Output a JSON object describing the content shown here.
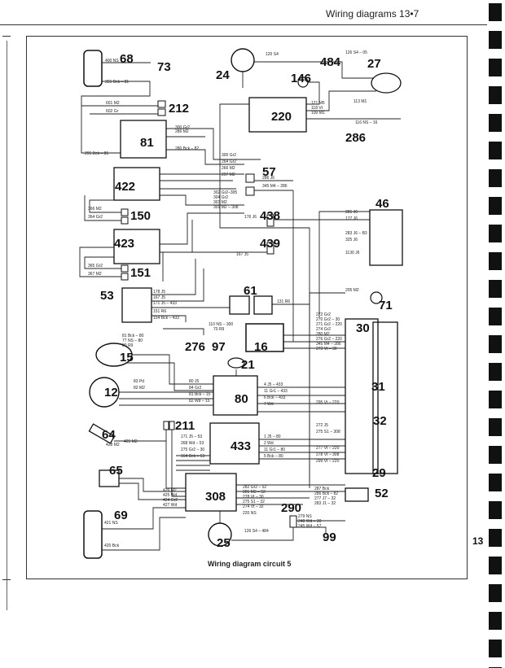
{
  "header": {
    "title": "Wiring diagrams 13•7"
  },
  "caption": "Wiring diagram circuit 5",
  "page_tab": "13",
  "components": [
    {
      "id": "68"
    },
    {
      "id": "73"
    },
    {
      "id": "24"
    },
    {
      "id": "484"
    },
    {
      "id": "27"
    },
    {
      "id": "146"
    },
    {
      "id": "212"
    },
    {
      "id": "220"
    },
    {
      "id": "81"
    },
    {
      "id": "286"
    },
    {
      "id": "57"
    },
    {
      "id": "422"
    },
    {
      "id": "46"
    },
    {
      "id": "150"
    },
    {
      "id": "438"
    },
    {
      "id": "423"
    },
    {
      "id": "439"
    },
    {
      "id": "151"
    },
    {
      "id": "53"
    },
    {
      "id": "61"
    },
    {
      "id": "71"
    },
    {
      "id": "276"
    },
    {
      "id": "97"
    },
    {
      "id": "16"
    },
    {
      "id": "30"
    },
    {
      "id": "15"
    },
    {
      "id": "21"
    },
    {
      "id": "12"
    },
    {
      "id": "80"
    },
    {
      "id": "31"
    },
    {
      "id": "64"
    },
    {
      "id": "211"
    },
    {
      "id": "433"
    },
    {
      "id": "32"
    },
    {
      "id": "29"
    },
    {
      "id": "65"
    },
    {
      "id": "308"
    },
    {
      "id": "52"
    },
    {
      "id": "69"
    },
    {
      "id": "290"
    },
    {
      "id": "25"
    },
    {
      "id": "99"
    }
  ],
  "wire_labels": [
    "400 NS",
    "355 Bck – 81",
    "601 M2",
    "602 Gr",
    "300 Gr2",
    "286 M2",
    "295 Bck – 86",
    "280 Bck – 82",
    "300 Gr2",
    "264 Gr2",
    "266 M2",
    "297 M2",
    "286 J6",
    "345 M4 – 286",
    "302 Gr2–305",
    "304 Gr2",
    "303 M2",
    "301 M2 – 308",
    "366 M2",
    "364 Gr2",
    "176 J6",
    "285 J6",
    "177 J6",
    "283 J6 – B3",
    "325 J6",
    "1130 J6",
    "365 Gr2",
    "367 M2",
    "167 J5",
    "178 J5",
    "167 J5",
    "171 J5 – 433",
    "151 R6",
    "154 Bck – 433",
    "131 R6",
    "110 NS – 300",
    "70 R9",
    "205 M2",
    "271 Gr2 – 220",
    "274 Gr2",
    "280 M2",
    "276 Gr2 – 220",
    "345 M4 – 286",
    "81 Bck – 80",
    "77 NS – 80",
    "80 R9",
    "83 Pd",
    "82 M2",
    "80 J5",
    "84 Gr2",
    "81 Bck – 15",
    "82 Wd – 15",
    "4 J5 – 433",
    "11 Gr1 – 433",
    "6 Bck – 433",
    "7 Wd",
    "295 Vt – 220",
    "425 M2",
    "171 J5 – 53",
    "268 Wd – 53",
    "275 Gr2 – 30",
    "164 Bck – 53",
    "272 J5",
    "275 S1 – 308",
    "277 Vt – 220",
    "278 Vt – 308",
    "299 Vt – 220",
    "1 J5 – 80",
    "2 Wd",
    "11 Gr1 – 80",
    "5 Bck – 80",
    "426 M2",
    "425 Wd",
    "424 Gr2",
    "427 Wd",
    "282 Gr2 – 52",
    "281 M3 – 52",
    "278 Vt – 30",
    "275 S1 – 32",
    "274 Vt – 32",
    "220 NS",
    "287 Bck",
    "286 Bck – 82",
    "277 J7 – 32",
    "283 J1 – 32",
    "279 NS",
    "248 Wd – 30",
    "245 Wd – 57",
    "421 NS",
    "420 Bck",
    "126 S4 – 484",
    "126 S4 – 05",
    "121 M5",
    "118 Vt",
    "100 M1",
    "113 M1",
    "116 NS – 16",
    "270 Gr2 – 30",
    "272 Gr2",
    "273 Vt – 30",
    "120 S4",
    "428 M2"
  ]
}
